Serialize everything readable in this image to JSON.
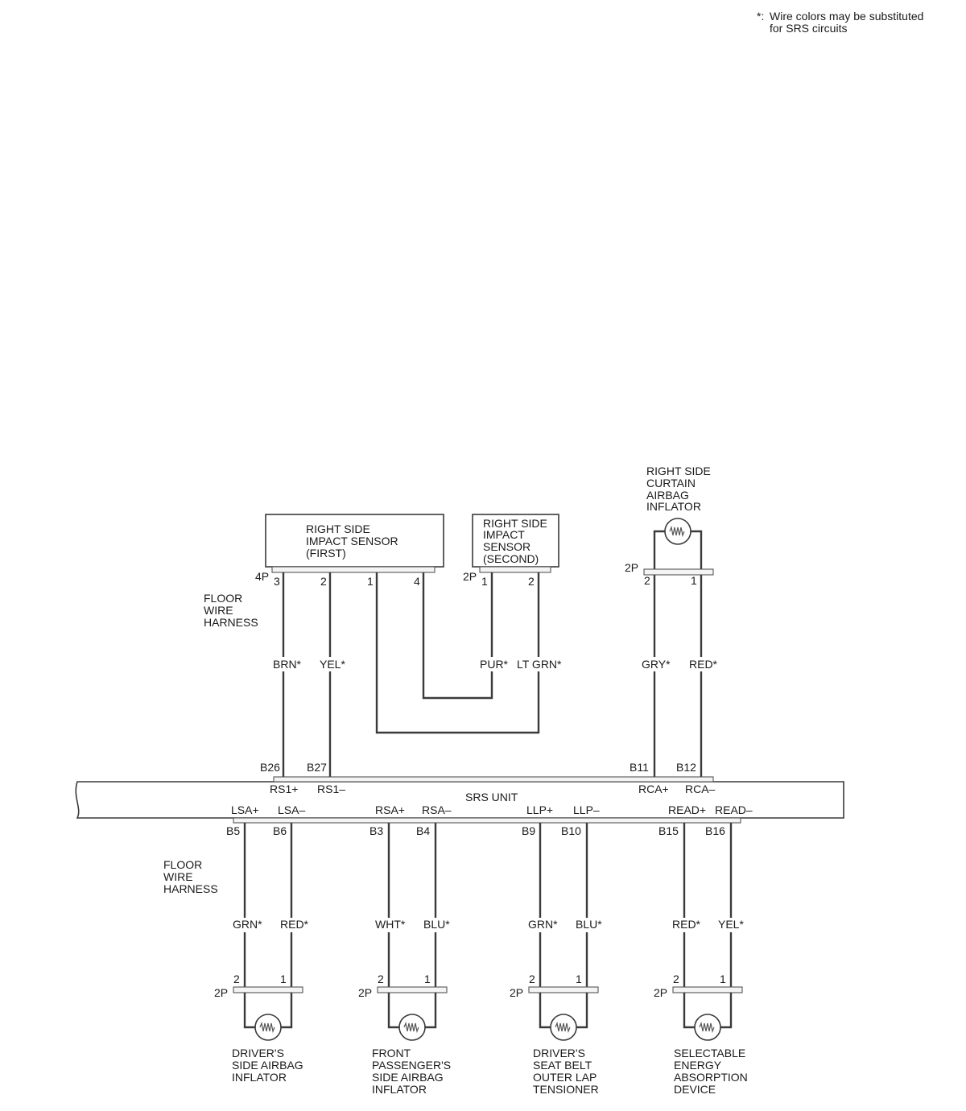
{
  "note": {
    "marker": "*:",
    "lines": [
      "Wire colors may be substituted",
      "for SRS circuits"
    ]
  },
  "harness_top": [
    "FLOOR",
    "WIRE",
    "HARNESS"
  ],
  "harness_bottom": [
    "FLOOR",
    "WIRE",
    "HARNESS"
  ],
  "srs_unit": {
    "label": "SRS UNIT",
    "top_terminals": [
      {
        "pin": "B26",
        "signal": "RS1+"
      },
      {
        "pin": "B27",
        "signal": "RS1–"
      },
      {
        "pin": "B11",
        "signal": "RCA+"
      },
      {
        "pin": "B12",
        "signal": "RCA–"
      }
    ],
    "bottom_terminals": [
      {
        "pin": "B5",
        "signal": "LSA+"
      },
      {
        "pin": "B6",
        "signal": "LSA–"
      },
      {
        "pin": "B3",
        "signal": "RSA+"
      },
      {
        "pin": "B4",
        "signal": "RSA–"
      },
      {
        "pin": "B9",
        "signal": "LLP+"
      },
      {
        "pin": "B10",
        "signal": "LLP–"
      },
      {
        "pin": "B15",
        "signal": "READ+"
      },
      {
        "pin": "B16",
        "signal": "READ–"
      }
    ]
  },
  "sensor_first": {
    "label": [
      "RIGHT SIDE",
      "IMPACT SENSOR",
      "(FIRST)"
    ],
    "connector": "4P",
    "pins": [
      "3",
      "2",
      "1",
      "4"
    ]
  },
  "sensor_second": {
    "label": [
      "RIGHT SIDE",
      "IMPACT",
      "SENSOR",
      "(SECOND)"
    ],
    "connector": "2P",
    "pins": [
      "1",
      "2"
    ]
  },
  "curtain": {
    "label": [
      "RIGHT SIDE",
      "CURTAIN",
      "AIRBAG",
      "INFLATOR"
    ],
    "connector": "2P",
    "pins": [
      "2",
      "1"
    ]
  },
  "top_wires": [
    "BRN*",
    "YEL*",
    "PUR*",
    "LT GRN*",
    "GRY*",
    "RED*"
  ],
  "bottom_devices": [
    {
      "label": [
        "DRIVER'S",
        "SIDE AIRBAG",
        "INFLATOR"
      ],
      "connector": "2P",
      "pins": [
        "2",
        "1"
      ],
      "wires": [
        "GRN*",
        "RED*"
      ]
    },
    {
      "label": [
        "FRONT",
        "PASSENGER'S",
        "SIDE AIRBAG",
        "INFLATOR"
      ],
      "connector": "2P",
      "pins": [
        "2",
        "1"
      ],
      "wires": [
        "WHT*",
        "BLU*"
      ]
    },
    {
      "label": [
        "DRIVER'S",
        "SEAT BELT",
        "OUTER LAP",
        "TENSIONER"
      ],
      "connector": "2P",
      "pins": [
        "2",
        "1"
      ],
      "wires": [
        "GRN*",
        "BLU*"
      ]
    },
    {
      "label": [
        "SELECTABLE",
        "ENERGY",
        "ABSORPTION",
        "DEVICE"
      ],
      "connector": "2P",
      "pins": [
        "2",
        "1"
      ],
      "wires": [
        "RED*",
        "YEL*"
      ]
    }
  ]
}
